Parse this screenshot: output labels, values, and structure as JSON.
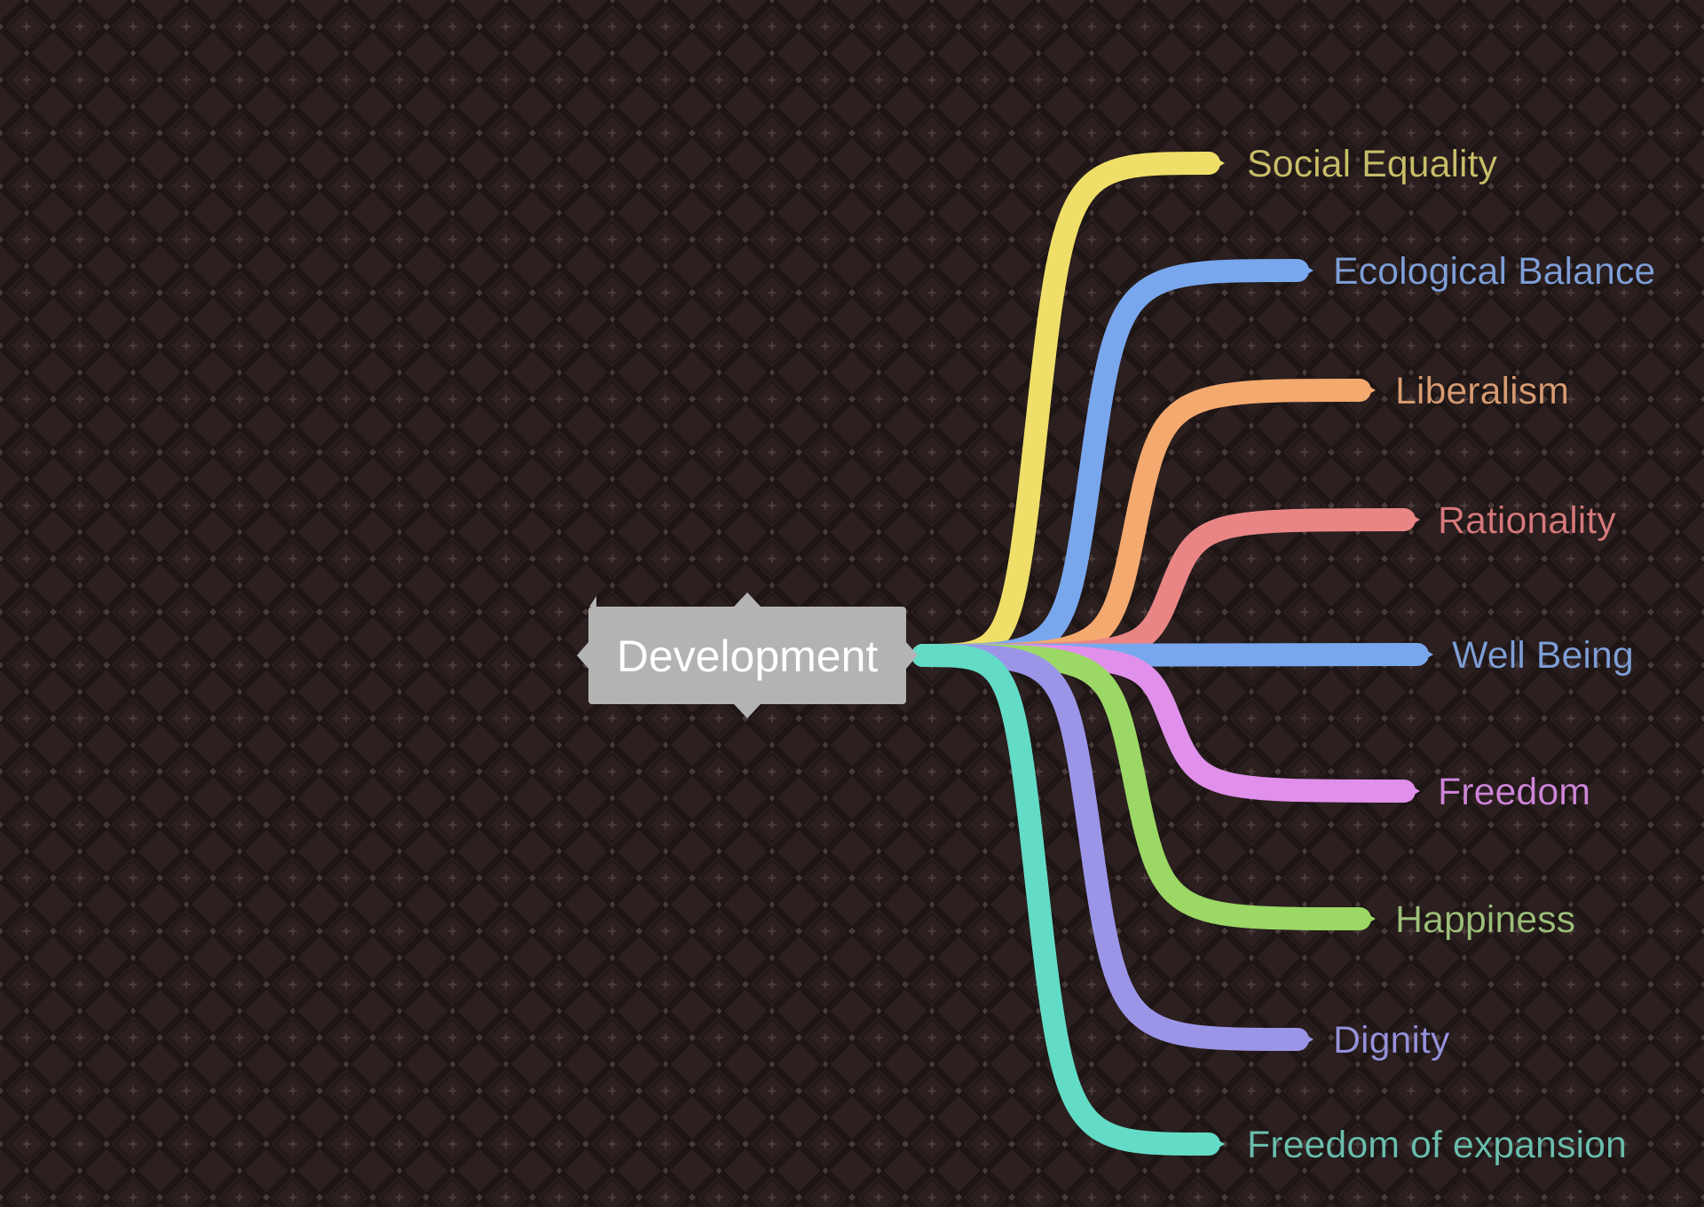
{
  "colors": {
    "background": "#2b1f1f",
    "pattern": "#1e1515",
    "pattern_star": "#4a3a3a",
    "center_node": "#b3b3b3",
    "center_text": "#ffffff"
  },
  "center": {
    "label": "Development",
    "icon": "root-node"
  },
  "branches": [
    {
      "label": "Social Equality",
      "color": "#efdf68",
      "text_color": "#c9bf6a"
    },
    {
      "label": "Ecological Balance",
      "color": "#79a7ee",
      "text_color": "#7f9fd8"
    },
    {
      "label": "Liberalism",
      "color": "#f4a96e",
      "text_color": "#d99c72"
    },
    {
      "label": "Rationality",
      "color": "#ea8586",
      "text_color": "#d5797b"
    },
    {
      "label": "Well Being",
      "color": "#79a7ee",
      "text_color": "#7f9fd8"
    },
    {
      "label": "Freedom",
      "color": "#e090ea",
      "text_color": "#cf85d8"
    },
    {
      "label": "Happiness",
      "color": "#9bd865",
      "text_color": "#9dbf7a"
    },
    {
      "label": "Dignity",
      "color": "#9b95e8",
      "text_color": "#9692dc"
    },
    {
      "label": "Freedom of expansion",
      "color": "#62dcc6",
      "text_color": "#6bbfae"
    }
  ]
}
